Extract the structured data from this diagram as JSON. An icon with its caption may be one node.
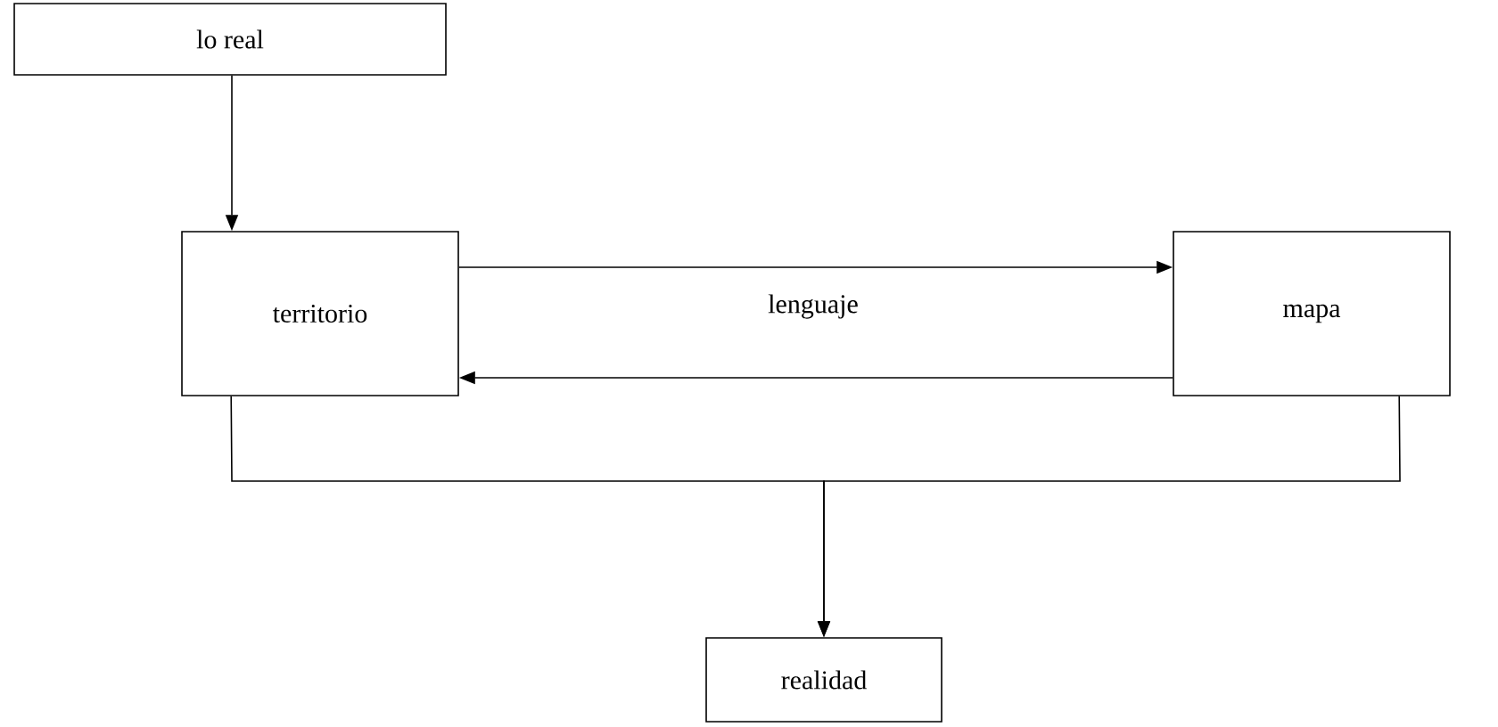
{
  "diagram": {
    "nodes": [
      {
        "text": [
          "lo real"
        ]
      },
      {
        "text": [
          "territorio"
        ]
      },
      {
        "text": [
          "mapa"
        ]
      },
      {
        "text": [
          "realidad"
        ]
      }
    ],
    "edges": [
      {
        "from": 0,
        "to": 1,
        "arrow": "to"
      },
      {
        "from": 1,
        "to": 2,
        "arrow": "to",
        "label": "lenguaje"
      },
      {
        "from": 2,
        "to": 1,
        "arrow": "to"
      },
      {
        "from": 1,
        "to": 3,
        "arrow": "to"
      },
      {
        "from": 2,
        "to": 3,
        "arrow": "to"
      }
    ]
  }
}
